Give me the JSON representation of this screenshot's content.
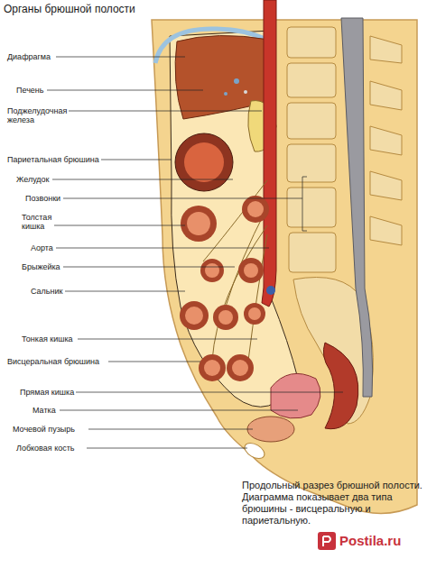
{
  "diagram": {
    "title": "Органы брюшной полости",
    "caption": "Продольный разрез брюшной полости. Диаграмма показывает два типа брюшины - висцеральную и париетальную.",
    "labels": [
      "Диафрагма",
      "Печень",
      "Поджелудочная железа",
      "Париетальная брюшина",
      "Желудок",
      "Позвонки",
      "Толстая кишка",
      "Аорта",
      "Брыжейка",
      "Сальник",
      "Тонкая кишка",
      "Висцеральная брюшина",
      "Прямая кишка",
      "Матка",
      "Мочевой пузырь",
      "Лобковая кость",
      "Postila.ru"
    ]
  }
}
